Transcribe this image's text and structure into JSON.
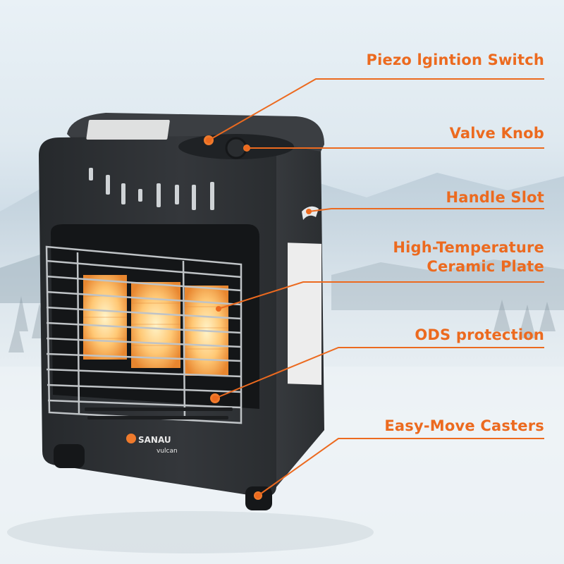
{
  "product": {
    "brand": "SANAU",
    "model": "vulcan",
    "accent_color": "#ec6a1f",
    "body_color": "#2f3236"
  },
  "callouts": [
    {
      "id": "piezo",
      "label": "Piezo lgintion Switch"
    },
    {
      "id": "valve",
      "label": "Valve Knob"
    },
    {
      "id": "handle",
      "label": "Handle Slot"
    },
    {
      "id": "ceramic",
      "label": "High-Temperature\nCeramic Plate"
    },
    {
      "id": "ods",
      "label": "ODS protection"
    },
    {
      "id": "casters",
      "label": "Easy-Move Casters"
    }
  ]
}
